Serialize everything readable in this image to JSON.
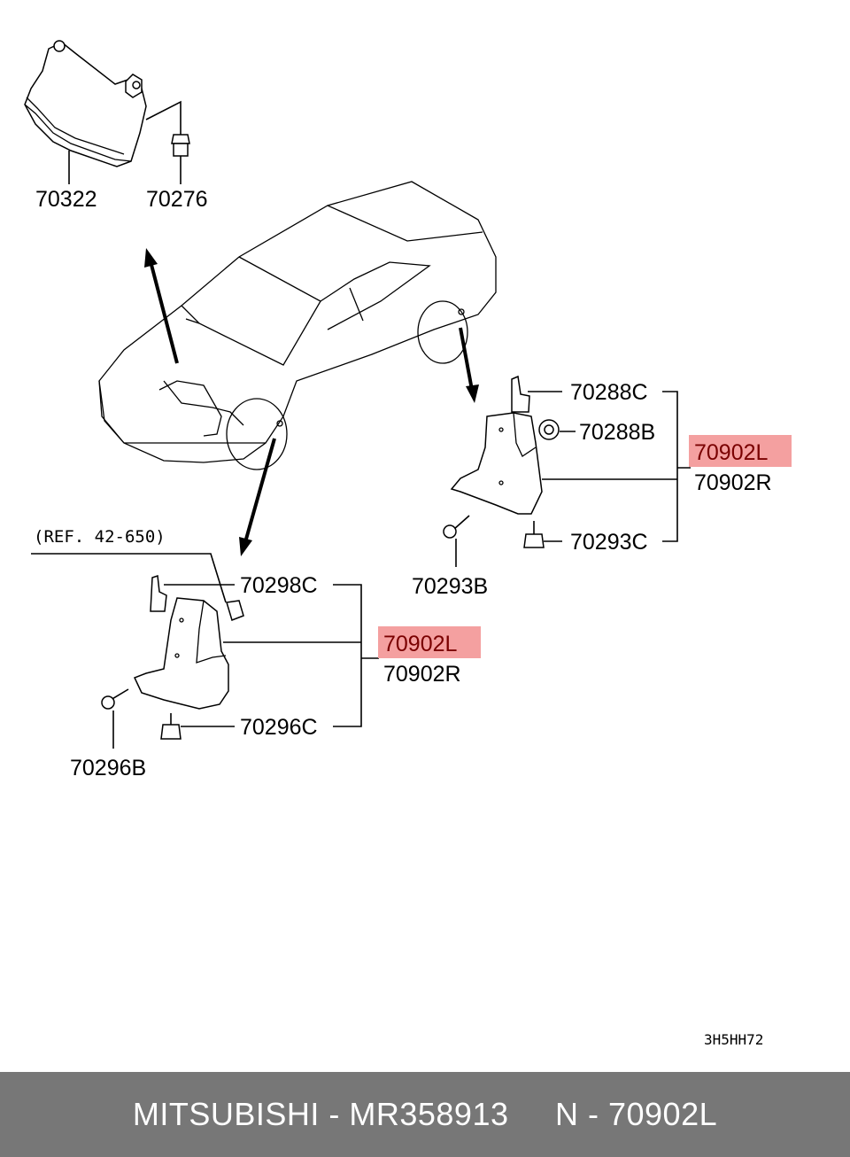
{
  "labels": {
    "p70322": "70322",
    "p70276": "70276",
    "p70288C": "70288C",
    "p70288B": "70288B",
    "rear_L": "70902L",
    "rear_R": "70902R",
    "p70293C": "70293C",
    "p70293B": "70293B",
    "ref": "(REF. 42-650)",
    "p70298C": "70298C",
    "front_L": "70902L",
    "front_R": "70902R",
    "p70296C": "70296C",
    "p70296B": "70296B"
  },
  "diagram_code": "3H5HH72",
  "footer": {
    "text": "MITSUBISHI - MR358913     N - 70902L"
  },
  "colors": {
    "highlight": "#f4a0a0",
    "highlight_text": "#7a0000",
    "footer_bg": "#777777",
    "footer_text": "#ffffff"
  }
}
